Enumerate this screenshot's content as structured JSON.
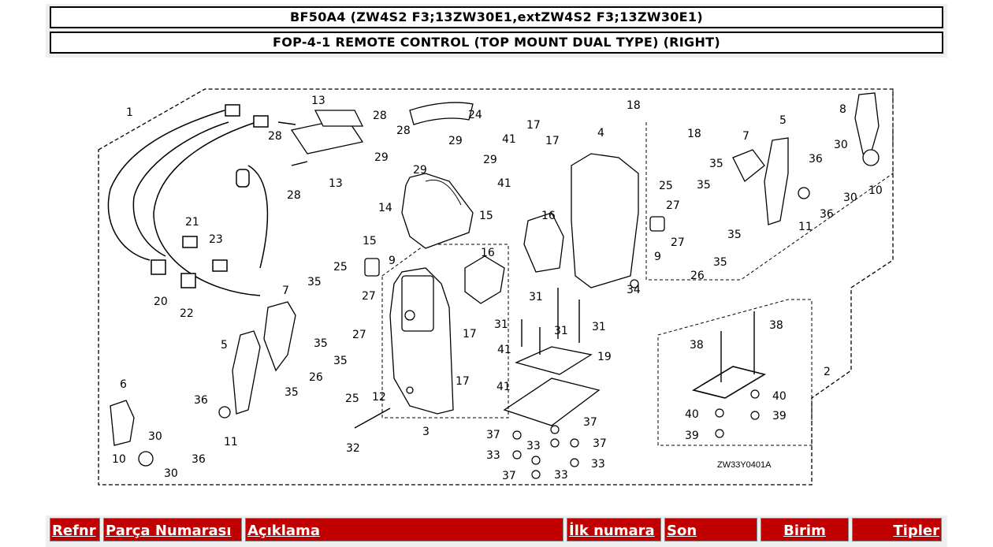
{
  "header": {
    "model": "BF50A4 (ZW4S2 F3;13ZW30E1,extZW4S2 F3;13ZW30E1)",
    "section": "FOP-4-1 REMOTE CONTROL (TOP MOUNT DUAL TYPE) (RIGHT)"
  },
  "diagram": {
    "code": "ZW33Y0401A",
    "callouts": [
      "1",
      "2",
      "3",
      "4",
      "5",
      "6",
      "7",
      "8",
      "9",
      "10",
      "11",
      "12",
      "13",
      "14",
      "15",
      "16",
      "17",
      "18",
      "19",
      "20",
      "21",
      "22",
      "23",
      "24",
      "25",
      "26",
      "27",
      "28",
      "29",
      "30",
      "31",
      "32",
      "33",
      "34",
      "35",
      "36",
      "37",
      "38",
      "39",
      "40",
      "41"
    ]
  },
  "table": {
    "columns": [
      "Refnr",
      "Parça Numarası",
      "Açıklama",
      "İlk numara",
      "Son",
      "Birim",
      "Tipler"
    ]
  }
}
